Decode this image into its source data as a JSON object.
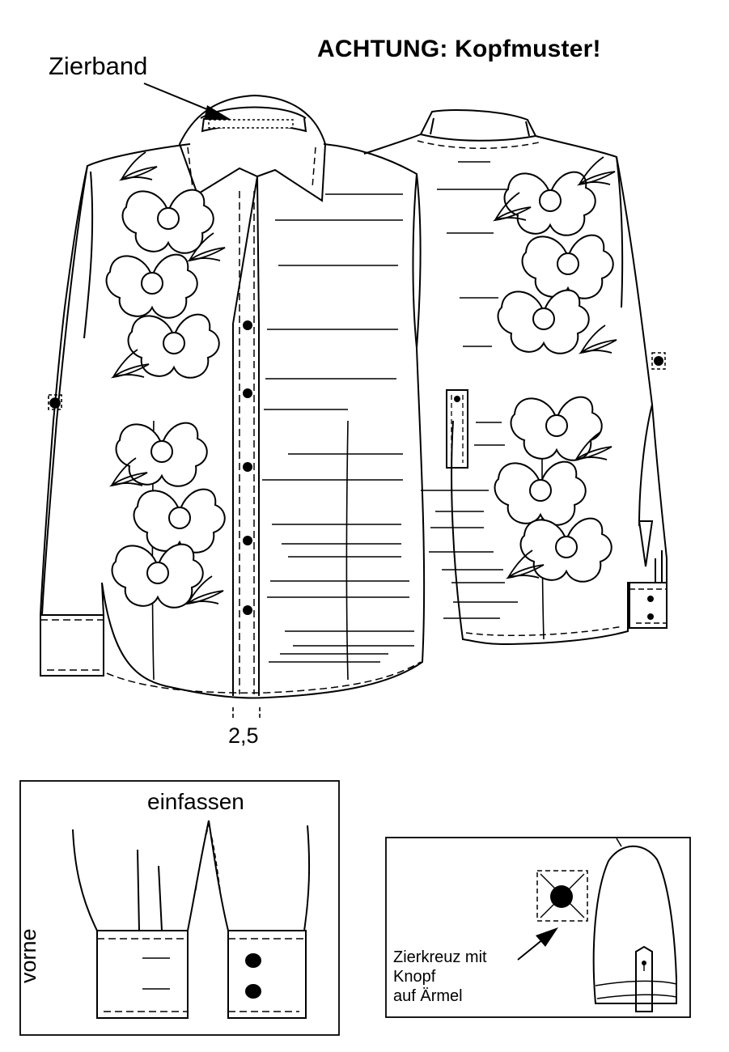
{
  "labels": {
    "title": "ACHTUNG: Kopfmuster!",
    "zierband": "Zierband",
    "measure": "2,5",
    "einfassen": "einfassen",
    "vorne": "vorne",
    "note_lines": [
      "Zierkreuz mit",
      "Knopf",
      "auf Ärmel"
    ]
  },
  "colors": {
    "line": "#000000",
    "paper": "#ffffff",
    "band": "#888888"
  }
}
